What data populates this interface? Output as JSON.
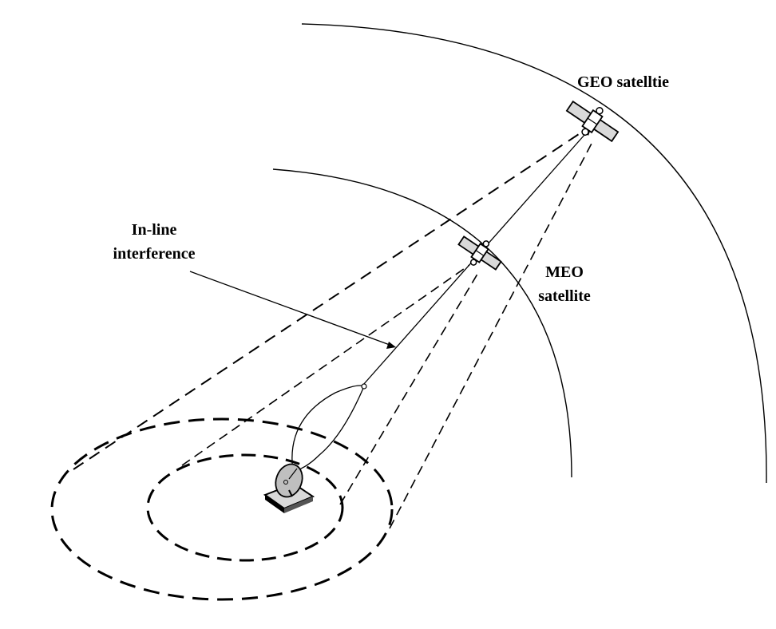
{
  "labels": {
    "geo": "GEO satelltie",
    "inline_line1": "In-line",
    "inline_line2": "interference",
    "meo_line1": "MEO",
    "meo_line2": "satellite"
  },
  "colors": {
    "stroke": "#000000",
    "panel": "#d9d9d9",
    "dish": "#bfbfbf"
  }
}
